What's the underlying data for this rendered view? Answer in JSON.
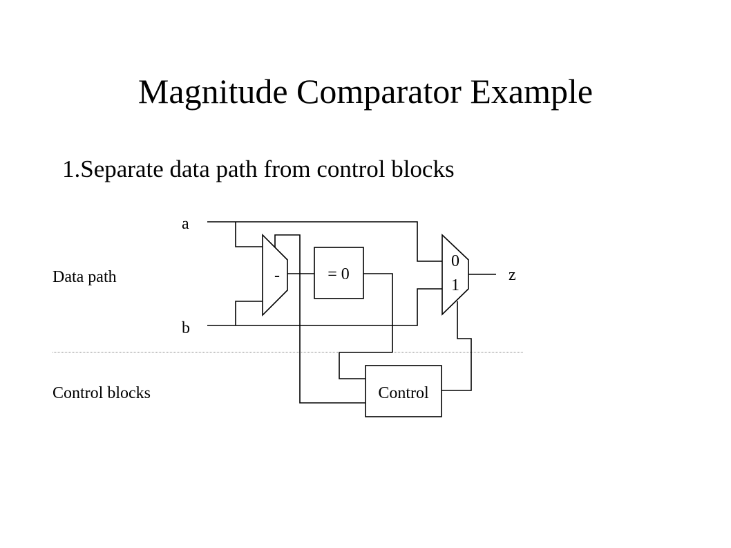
{
  "slide": {
    "title": "Magnitude Comparator Example",
    "bullet": "1.Separate data path from control blocks"
  },
  "diagram": {
    "inputs": {
      "a": "a",
      "b": "b"
    },
    "output": "z",
    "subtractor_label": "-",
    "zero_check_label": "= 0",
    "mux_labels": {
      "top": "0",
      "bottom": "1"
    },
    "control_label": "Control",
    "region_labels": {
      "data_path": "Data path",
      "control_blocks": "Control blocks"
    },
    "colors": {
      "line": "#000000",
      "divider": "#888888",
      "background": "#ffffff"
    }
  }
}
